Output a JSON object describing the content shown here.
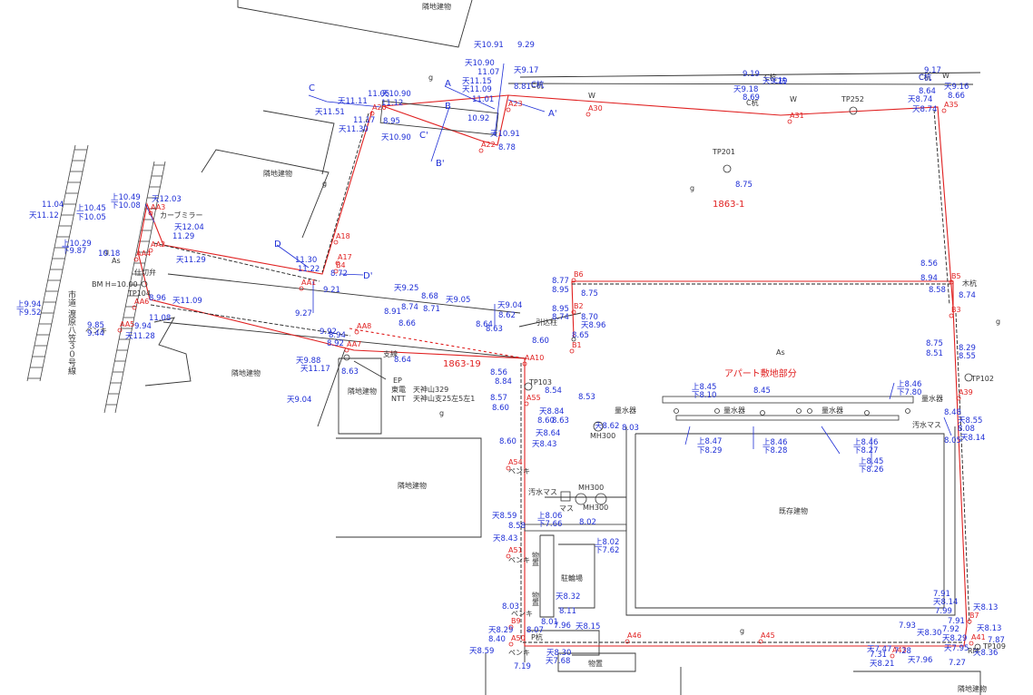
{
  "colors": {
    "blue": "#1f2fd6",
    "red": "#e02020",
    "black": "#333333",
    "gray": "#555555"
  },
  "labels": {
    "parcel_main": "1863-1",
    "parcel_sub": "1863-19",
    "apartment_site": "アパート敷地部分",
    "existing_building": "既存建物",
    "neighbor": "隣地建物",
    "road_name": "市道 渡原八笠３０号線",
    "curve_mirror": "カーブミラー",
    "boundary_valve": "仕切弁",
    "service_pole": "引込柱",
    "support_wire": "支線",
    "ep_label": "EP",
    "tepco_label": "東電",
    "ntt_label": "NTT",
    "tepco_no": "天神山329",
    "ntt_no": "天神山支25左5左1",
    "bm": "BM H=10.00",
    "water_meter": "量水器",
    "sewage_basin": "汚水マス",
    "masu": "マス",
    "bicycle_parking": "駐輪場",
    "storage": "物置",
    "paint": "ペンキ",
    "p_stake": "P杭",
    "c_stake": "C杭",
    "wood_stake": "木杭",
    "g": "g",
    "as": "As",
    "w": "W",
    "rm": "RM",
    "tp_points": [
      "TP201",
      "TP252",
      "TP102",
      "TP103",
      "TP104",
      "TP109"
    ],
    "mh": [
      "MH300",
      "MH300",
      "MH300"
    ]
  },
  "red_points": [
    {
      "id": "A20"
    },
    {
      "id": "A23"
    },
    {
      "id": "A22"
    },
    {
      "id": "A30"
    },
    {
      "id": "A31"
    },
    {
      "id": "A35"
    },
    {
      "id": "A18"
    },
    {
      "id": "A17"
    },
    {
      "id": "B4"
    },
    {
      "id": "AA1"
    },
    {
      "id": "AA2"
    },
    {
      "id": "AA3"
    },
    {
      "id": "AA4"
    },
    {
      "id": "AA5"
    },
    {
      "id": "AA6"
    },
    {
      "id": "AA7"
    },
    {
      "id": "AA8"
    },
    {
      "id": "AA10"
    },
    {
      "id": "A55"
    },
    {
      "id": "A54"
    },
    {
      "id": "A51"
    },
    {
      "id": "A50"
    },
    {
      "id": "B9"
    },
    {
      "id": "A46"
    },
    {
      "id": "A45"
    },
    {
      "id": "A43"
    },
    {
      "id": "A41"
    },
    {
      "id": "B7"
    },
    {
      "id": "A39"
    },
    {
      "id": "B3"
    },
    {
      "id": "B5"
    },
    {
      "id": "B6"
    },
    {
      "id": "B2"
    },
    {
      "id": "B1"
    }
  ],
  "elevations": [
    "天10.91",
    "9.29",
    "天10.90",
    "11.07",
    "天11.15",
    "天11.09",
    "天9.17",
    "8.81",
    "11.01",
    "C杭",
    "11.05",
    "天10.90",
    "天11.11",
    "11.12",
    "天11.51",
    "11.17",
    "8.95",
    "天11.30",
    "天10.90",
    "10.92",
    "天10.91",
    "8.78",
    "9.19",
    "C杭",
    "天9.19",
    "天9.18",
    "8.69",
    "9.17",
    "C杭",
    "天9.16",
    "8.64",
    "天8.74",
    "8.66",
    "天8.74",
    "8.75",
    "天12.03",
    "上10.49",
    "下10.08",
    "天12.04",
    "11.29",
    "天11.29",
    "10.18",
    "11.04",
    "上10.45",
    "天11.12",
    "下10.05",
    "上10.29",
    "下9.87",
    "11.30",
    "11.22",
    "8.72",
    "天9.25",
    "8.68",
    "8.74",
    "8.71",
    "天9.05",
    "9.27",
    "9.21",
    "8.96",
    "天11.09",
    "11.08",
    "9.85",
    "9.44",
    "9.94",
    "天11.28",
    "8.91",
    "8.66",
    "9.92",
    "8.94",
    "8.92",
    "天9.88",
    "天11.17",
    "8.63",
    "8.64",
    "天9.04",
    "上9.94",
    "下9.52",
    "8.77",
    "8.95",
    "8.75",
    "天9.04",
    "8.62",
    "8.64",
    "8.63",
    "8.95",
    "8.74",
    "8.70",
    "天8.96",
    "8.60",
    "8.65",
    "8.56",
    "8.94",
    "8.58",
    "8.74",
    "8.75",
    "8.29",
    "8.51",
    "8.55",
    "8.56",
    "8.84",
    "8.54",
    "8.57",
    "8.60",
    "天8.84",
    "8.60",
    "8.63",
    "8.53",
    "天8.62",
    "8.03",
    "8.60",
    "天8.64",
    "天8.43",
    "上8.45",
    "下8.10",
    "8.45",
    "上8.46",
    "下7.80",
    "上8.47",
    "下8.29",
    "上8.46",
    "下8.28",
    "上8.46",
    "下8.27",
    "上8.45",
    "下8.26",
    "8.48",
    "天8.55",
    "8.08",
    "8.05",
    "天8.14",
    "天8.59",
    "上8.06",
    "下7.66",
    "8.58",
    "8.02",
    "天8.43",
    "上8.02",
    "下7.62",
    "8.03",
    "天8.32",
    "8.11",
    "8.01",
    "7.96",
    "天8.15",
    "天8.29",
    "8.07",
    "8.40",
    "天8.59",
    "天8.30",
    "7.19",
    "天7.68",
    "7.91",
    "天8.14",
    "7.99",
    "天8.13",
    "7.91",
    "天8.13",
    "7.93",
    "天8.30",
    "7.92",
    "天8.29",
    "天7.47",
    "7.28",
    "7.31",
    "天8.21",
    "天7.96",
    "天7.95",
    "7.27",
    "7.87",
    "天8.36"
  ]
}
